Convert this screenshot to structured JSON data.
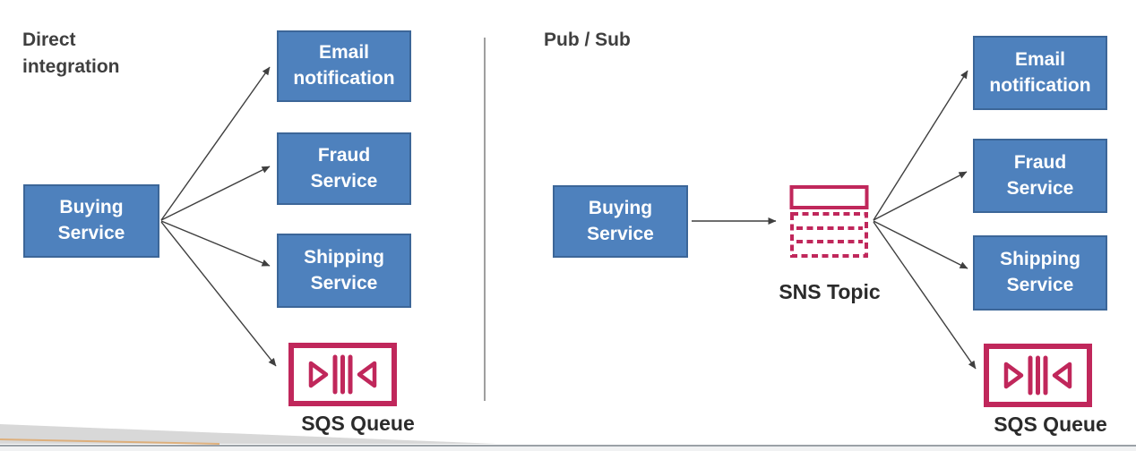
{
  "colors": {
    "box-fill": "#4e81bd",
    "box-border": "#3c6698",
    "box-text": "#ffffff",
    "title": "#3f3f3f",
    "label": "#2b2b2b",
    "pink": "#c0275b",
    "arrow": "#3f3f3f",
    "divider": "#9f9f9f",
    "wedge": "#d8d8d8",
    "wedge-accent": "#dfa96c",
    "bottom-line": "#9ba1a7",
    "bottom-pad": "#f1f2f3"
  },
  "icons": {
    "sqs": "sqs-queue-icon (pink outlined box with inward triangles and 3 queue bars)",
    "sns": "sns-topic-icon (pink solid header rect over dashed message rows)"
  },
  "left": {
    "title": "Direct\nintegration",
    "source": "Buying\nService",
    "targets": [
      "Email\nnotification",
      "Fraud\nService",
      "Shipping\nService"
    ],
    "queue_label": "SQS Queue"
  },
  "right": {
    "title": "Pub / Sub",
    "source": "Buying\nService",
    "sns_label": "SNS Topic",
    "targets": [
      "Email\nnotification",
      "Fraud\nService",
      "Shipping\nService"
    ],
    "queue_label": "SQS Queue"
  }
}
